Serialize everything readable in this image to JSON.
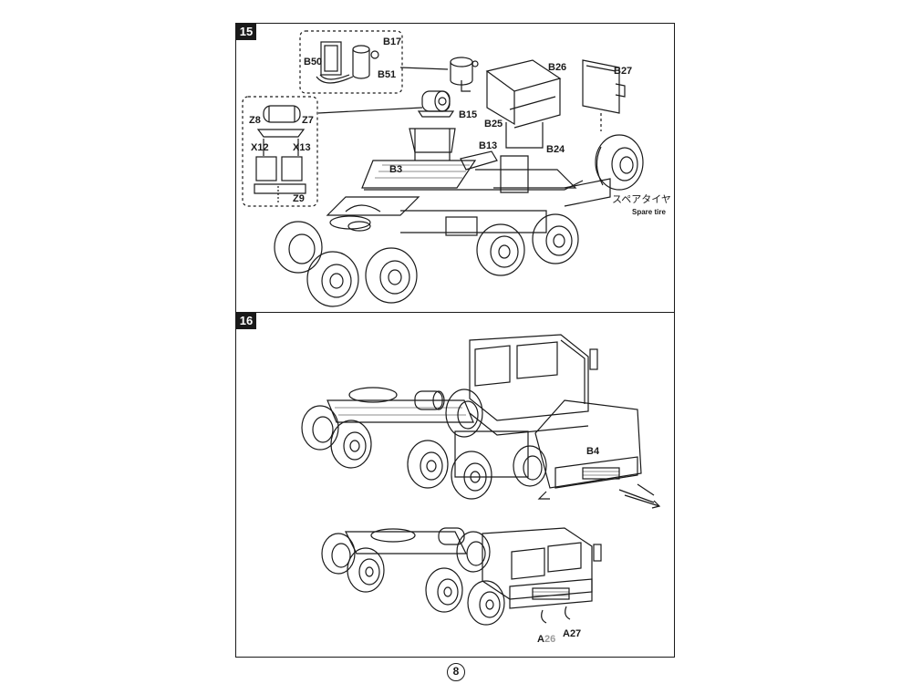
{
  "page": {
    "number": "8"
  },
  "step15": {
    "number": "15",
    "parts": {
      "B17": "B17",
      "B50": "B50",
      "B51": "B51",
      "B26": "B26",
      "B27": "B27",
      "B15": "B15",
      "B25": "B25",
      "B13": "B13",
      "B24": "B24",
      "B3": "B3",
      "Z8": "Z8",
      "Z7": "Z7",
      "X12": "X12",
      "X13": "X13",
      "Z9": "Z9"
    },
    "spare_tire_jp": "スペアタイヤ",
    "spare_tire_en": "Spare tire"
  },
  "step16": {
    "number": "16",
    "parts": {
      "B4": "B4",
      "A26_a": "A",
      "A26_b": "26",
      "A27": "A27"
    }
  }
}
